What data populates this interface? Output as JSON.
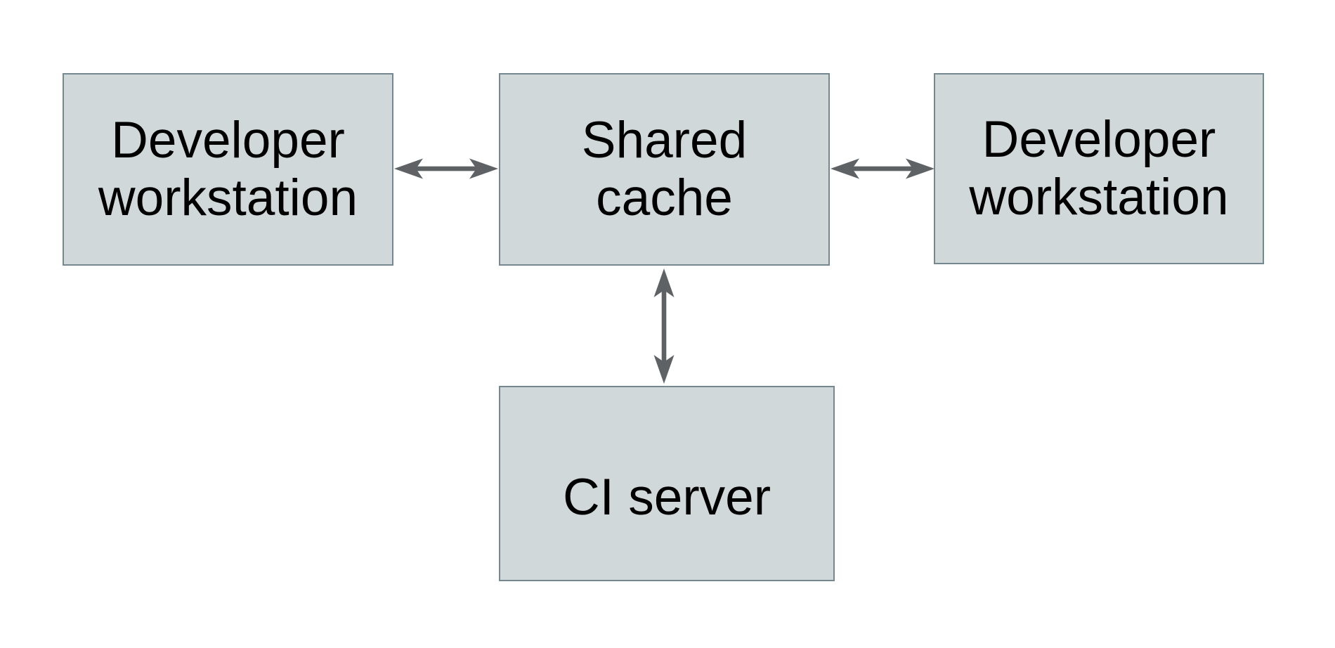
{
  "diagram": {
    "background": "#ffffff",
    "colors": {
      "node_fill": "#d1d8da",
      "node_border": "#75878f",
      "arrow": "#5f6265",
      "text": "#000000"
    },
    "nodes": {
      "dev_left": {
        "line1": "Developer",
        "line2": "workstation"
      },
      "shared": {
        "line1": "Shared",
        "line2": "cache"
      },
      "dev_right": {
        "line1": "Developer",
        "line2": "workstation"
      },
      "ci": {
        "line1": "CI server"
      }
    },
    "edges": [
      {
        "from": "dev_left",
        "to": "shared",
        "direction": "bidirectional",
        "orientation": "horizontal"
      },
      {
        "from": "shared",
        "to": "dev_right",
        "direction": "bidirectional",
        "orientation": "horizontal"
      },
      {
        "from": "shared",
        "to": "ci",
        "direction": "bidirectional",
        "orientation": "vertical"
      }
    ]
  }
}
